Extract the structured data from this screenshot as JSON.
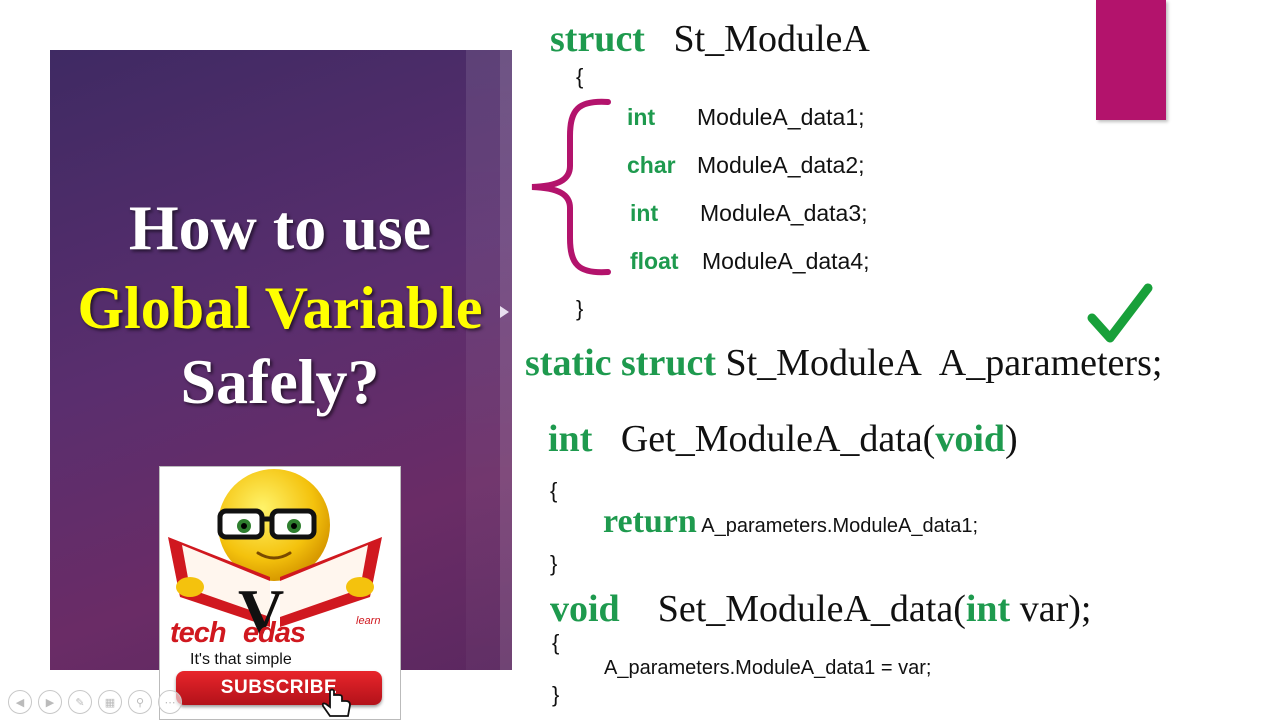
{
  "slide": {
    "title_lines": [
      "How to use",
      "Global Variable",
      "Safely?"
    ]
  },
  "code": {
    "struct_decl": {
      "keyword": "struct",
      "name": "St_ModuleA"
    },
    "open_brace": "{",
    "close_brace": "}",
    "members": [
      {
        "type": "int",
        "name": "ModuleA_data1;"
      },
      {
        "type": "char",
        "name": "ModuleA_data2;"
      },
      {
        "type": "int",
        "name": "ModuleA_data3;"
      },
      {
        "type": "float",
        "name": "ModuleA_data4;"
      }
    ],
    "instance_decl": {
      "keywords": "static struct",
      "type": "St_ModuleA",
      "name": "A_parameters;"
    },
    "getter": {
      "return_type": "int",
      "name": "Get_ModuleA_data(",
      "param": "void",
      "close": ")",
      "open": "{",
      "body_keyword": "return",
      "body_rest": "A_parameters.ModuleA_data1;",
      "end": "}"
    },
    "setter": {
      "return_type": "void",
      "name": "Set_ModuleA_data(",
      "param_type": "int",
      "param_rest": "var);",
      "open": "{",
      "body": "A_parameters.ModuleA_data1 = var;",
      "end": "}"
    }
  },
  "logo": {
    "brand_main": "tech",
    "brand_letter": "V",
    "brand_rest": "edas",
    "brand_super": "learn",
    "tagline": "It's that simple",
    "subscribe_label": "SUBSCRIBE"
  },
  "colors": {
    "keyword_green": "#1e9a4e",
    "accent_magenta": "#b3136c",
    "title_yellow": "#ffff00",
    "brand_red": "#d0181f"
  },
  "icons": [
    "checkmark-icon",
    "prev-slide-icon",
    "next-slide-icon",
    "pen-icon",
    "slides-grid-icon",
    "zoom-icon",
    "more-icon",
    "hand-cursor-icon"
  ]
}
